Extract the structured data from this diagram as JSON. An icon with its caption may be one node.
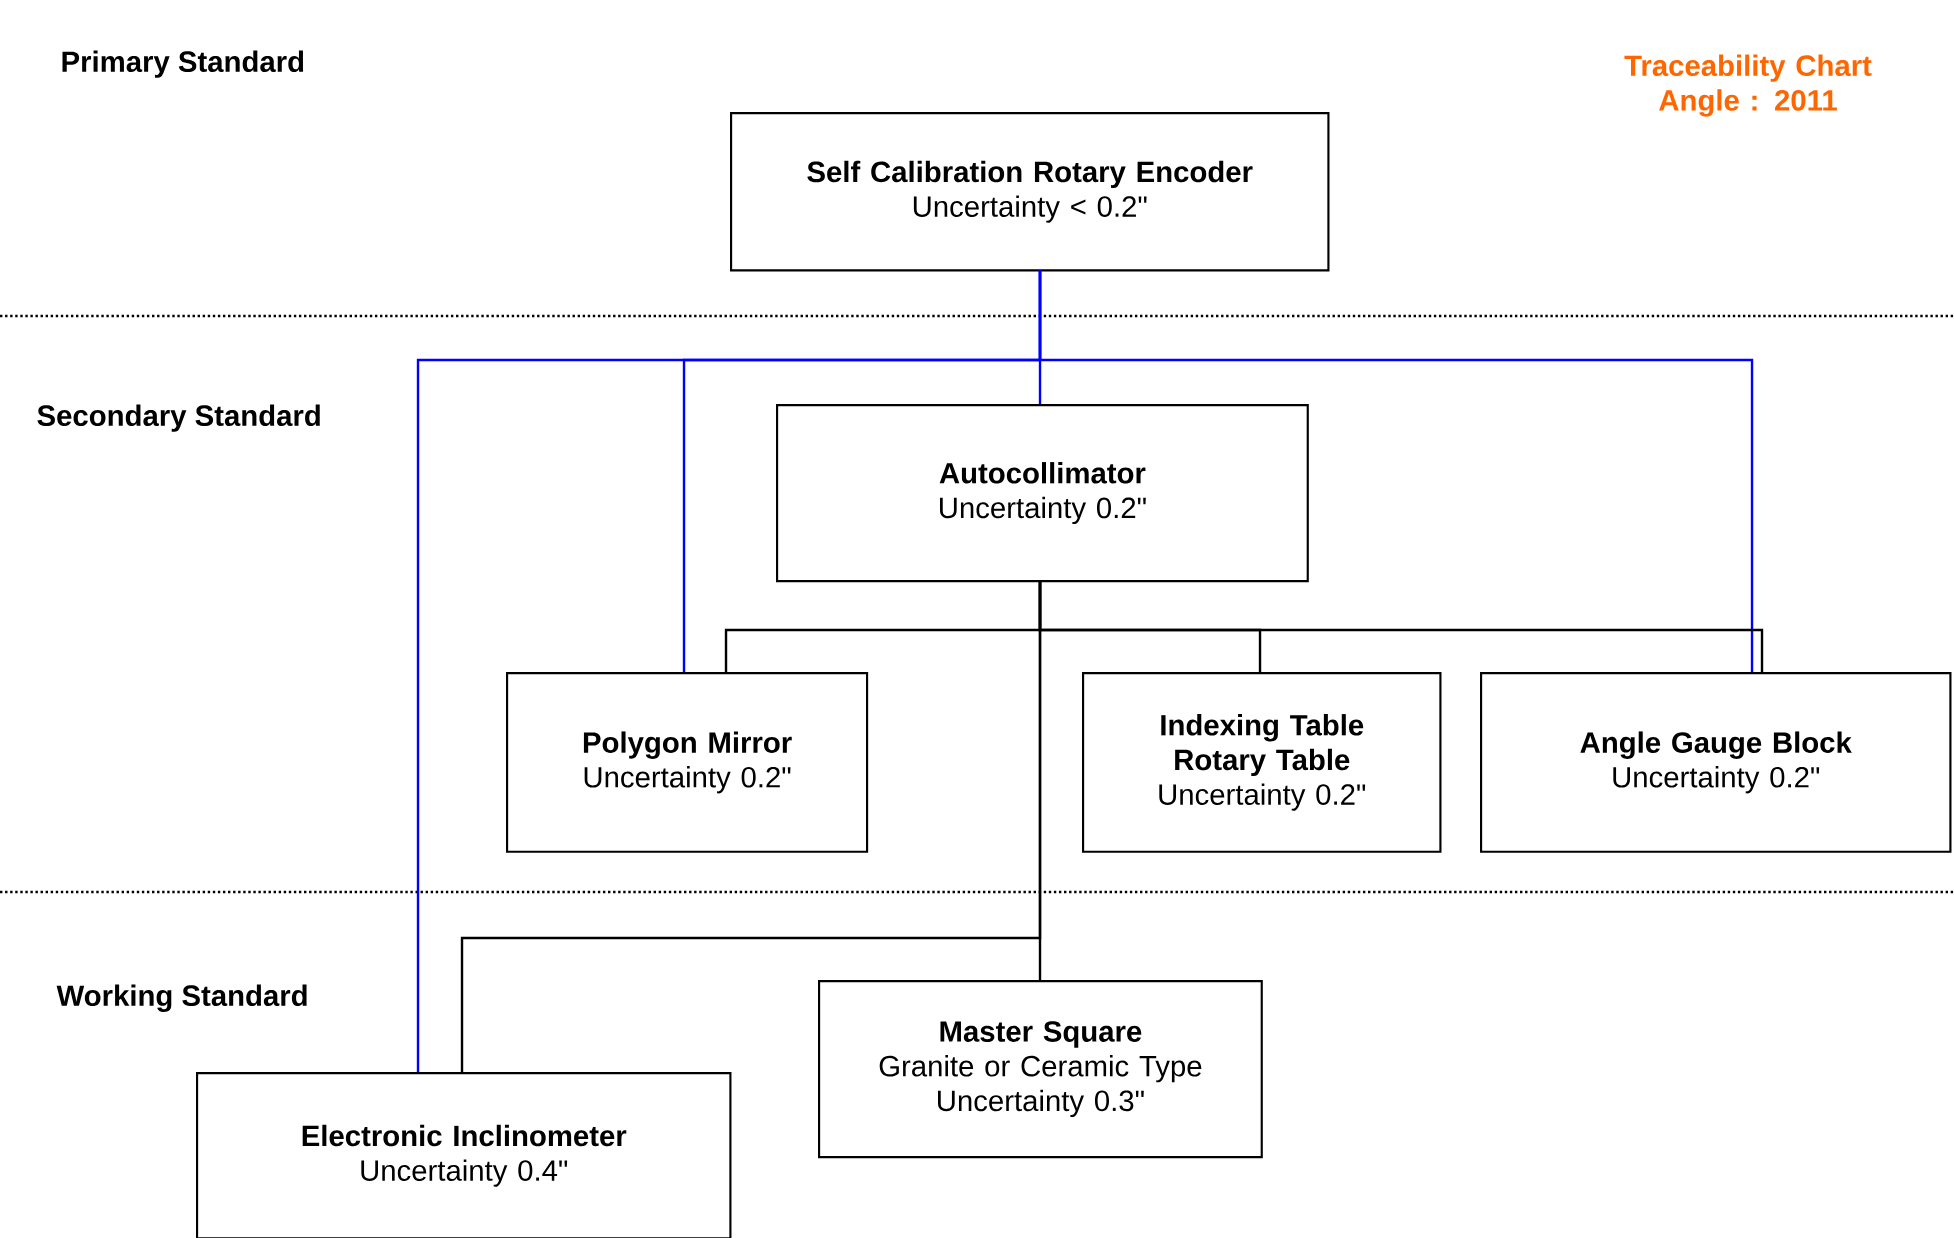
{
  "diagram": {
    "title": "Traceability Chart Angle : 2011",
    "nodes": [
      {
        "text": [
          "Self Calibration Rotary Encoder",
          "Uncertainty < 0.2\""
        ]
      },
      {
        "text": [
          "Autocollimator",
          "Uncertainty 0.2\""
        ]
      },
      {
        "text": [
          "Polygon Mirror",
          "Uncertainty 0.2\""
        ]
      },
      {
        "text": [
          "Indexing Table Rotary Table",
          "Uncertainty 0.2\""
        ]
      },
      {
        "text": [
          "Angle Gauge Block",
          "Uncertainty 0.2\""
        ]
      },
      {
        "text": [
          "Master Square",
          "Granite or Ceramic Type",
          "Uncertainty 0.3\""
        ]
      },
      {
        "text": [
          "Electronic Inclinometer",
          "Uncertainty 0.4\""
        ]
      }
    ],
    "edges": [
      {
        "from": 0,
        "to": 1,
        "arrow": "none",
        "color": "#0000ff"
      },
      {
        "from": 0,
        "to": 2,
        "arrow": "none",
        "color": "#0000ff"
      },
      {
        "from": 0,
        "to": 4,
        "arrow": "none",
        "color": "#0000ff"
      },
      {
        "from": 0,
        "to": 6,
        "arrow": "none",
        "color": "#0000ff"
      },
      {
        "from": 1,
        "to": 2,
        "arrow": "none"
      },
      {
        "from": 1,
        "to": 3,
        "arrow": "none"
      },
      {
        "from": 1,
        "to": 4,
        "arrow": "none"
      },
      {
        "from": 1,
        "to": 5,
        "arrow": "none"
      },
      {
        "from": 1,
        "to": 6,
        "arrow": "none"
      }
    ],
    "labels": [
      "Primary Standard",
      "Secondary Standard",
      "Working Standard"
    ]
  }
}
